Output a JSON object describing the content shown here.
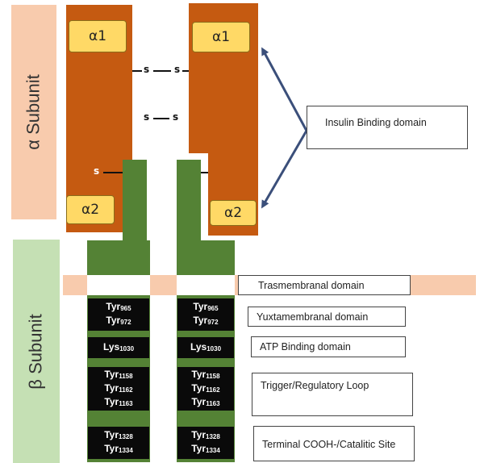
{
  "subunits": {
    "alpha": "α Subunit",
    "beta": "β Subunit"
  },
  "alpha_regions": {
    "a1": "α1",
    "a2": "α2"
  },
  "disulfide": {
    "s": "s"
  },
  "residues": {
    "tyr965": {
      "base": "Tyr",
      "sub": "965"
    },
    "tyr972": {
      "base": "Tyr",
      "sub": "972"
    },
    "lys1030": {
      "base": "Lys",
      "sub": "1030"
    },
    "tyr1158": {
      "base": "Tyr",
      "sub": "1158"
    },
    "tyr1162": {
      "base": "Tyr",
      "sub": "1162"
    },
    "tyr1163": {
      "base": "Tyr",
      "sub": "1163"
    },
    "tyr1328": {
      "base": "Tyr",
      "sub": "1328"
    },
    "tyr1334": {
      "base": "Tyr",
      "sub": "1334"
    }
  },
  "domains": {
    "insulin_binding": "Insulin Binding domain",
    "transmembrane": "Trasmembranal domain",
    "juxtamembrane": "Yuxtamembranal domain",
    "atp_binding": "ATP Binding domain",
    "trigger_loop": "Trigger/Regulatory Loop",
    "terminal": "Terminal COOH-/Catalitic Site"
  },
  "colors": {
    "alpha_chain": "#c55a11",
    "alpha_region": "#ffd966",
    "beta_chain": "#548235",
    "membrane": "#f8cbad",
    "alpha_side": "#f8cbad",
    "beta_side": "#c5e0b4",
    "arrow": "#3b4f7a"
  }
}
